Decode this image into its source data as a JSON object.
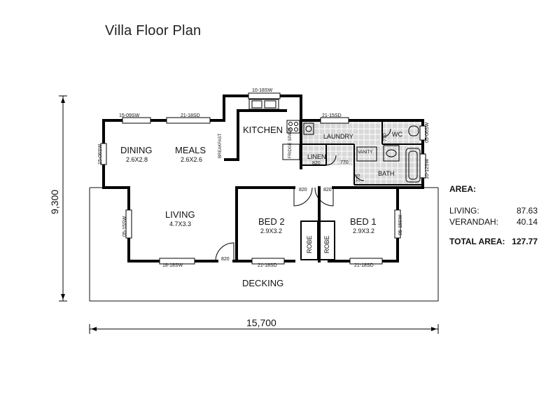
{
  "title": "Villa Floor Plan",
  "rooms": {
    "kitchen": "KITCHEN",
    "dining": {
      "name": "DINING",
      "size": "2.6X2.8"
    },
    "meals": {
      "name": "MEALS",
      "size": "2.6X2.6"
    },
    "living": {
      "name": "LIVING",
      "size": "4.7X3.3"
    },
    "bed2": {
      "name": "BED 2",
      "size": "2.9X3.2"
    },
    "bed1": {
      "name": "BED 1",
      "size": "2.9X3.2"
    },
    "laundry": "LAUNDRY",
    "wc": "WC",
    "bath": "BATH",
    "linen": "LINEN",
    "robe_a": "ROBE",
    "robe_b": "ROBE",
    "decking": "DECKING",
    "breakfast_bar": "BREAKFAST",
    "fridge_space": "FRIDGE SPACE",
    "vanity": "VANITY"
  },
  "windows": {
    "kitchen_top": "10-18SW",
    "dining_top": "15-09SW",
    "meals_top": "21-18SD",
    "laundry_top": "21-15SD",
    "dining_left": "15-06SW",
    "living_left": "05-15SW",
    "living_bottom": "18-18SW",
    "bed2_bottom": "21-18SD",
    "bed1_bottom": "21-18SD",
    "bed1_right": "05-15SW",
    "wc_right": "05-06SW",
    "bath_right": "10-12SW"
  },
  "doors": {
    "linen": "820",
    "bath": "770",
    "wc": "770",
    "bath_side": "770",
    "bed2": "820",
    "bed1": "820",
    "living": "820"
  },
  "dimensions": {
    "height": "9,300",
    "width": "15,700"
  },
  "area": {
    "heading": "AREA:",
    "living_label": "LIVING:",
    "living_value": "87.63",
    "verandah_label": "VERANDAH:",
    "verandah_value": "40.14",
    "total_label": "TOTAL AREA:",
    "total_value": "127.77"
  }
}
